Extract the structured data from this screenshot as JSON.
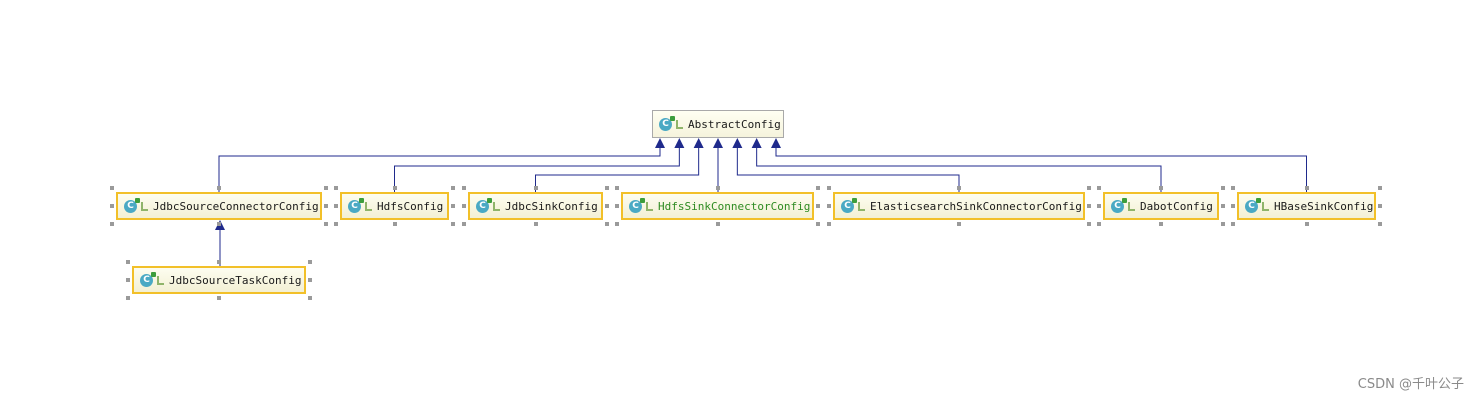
{
  "diagram": {
    "root": {
      "id": "abstract",
      "label": "AbstractConfig"
    },
    "nodes": [
      {
        "id": "jdbc-source-connector",
        "label": "JdbcSourceConnectorConfig",
        "parent": "abstract"
      },
      {
        "id": "hdfs",
        "label": "HdfsConfig",
        "parent": "abstract"
      },
      {
        "id": "jdbc-sink",
        "label": "JdbcSinkConfig",
        "parent": "abstract"
      },
      {
        "id": "hdfs-sink-connector",
        "label": "HdfsSinkConnectorConfig",
        "parent": "abstract"
      },
      {
        "id": "elasticsearch-sink-connector",
        "label": "ElasticsearchSinkConnectorConfig",
        "parent": "abstract"
      },
      {
        "id": "dabot",
        "label": "DabotConfig",
        "parent": "abstract"
      },
      {
        "id": "hbase-sink",
        "label": "HBaseSinkConfig",
        "parent": "abstract"
      },
      {
        "id": "jdbc-source-task",
        "label": "JdbcSourceTaskConfig",
        "parent": "jdbc-source-connector"
      }
    ],
    "icon_letter": "C",
    "colors": {
      "edge": "#1f2a8c",
      "selection": "#f2c029",
      "highlight_label": "#2e8b22",
      "icon": "#4aa9c4"
    }
  },
  "watermark": "CSDN @千叶公子"
}
